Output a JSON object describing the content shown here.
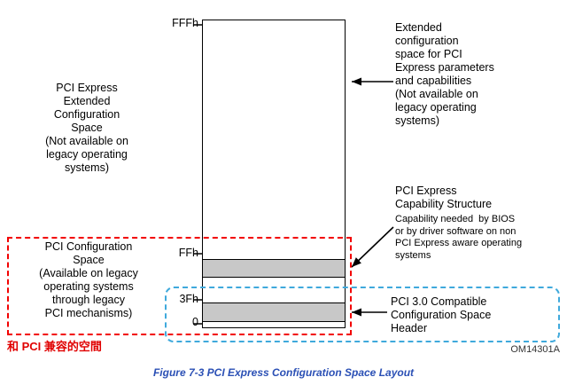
{
  "memory_map": {
    "addr_top": "FFFh",
    "addr_ffh": "FFh",
    "addr_3fh": "3Fh",
    "addr_zero": "0"
  },
  "left_labels": {
    "extended_space": "PCI Express\nExtended\nConfiguration\nSpace\n(Not available on\nlegacy operating\nsystems)",
    "pci_config_space": "PCI Configuration\nSpace\n(Available on legacy\noperating systems\nthrough legacy\nPCI mechanisms)"
  },
  "right_labels": {
    "extended_space": "Extended\nconfiguration\nspace for PCI\nExpress parameters\nand capabilities\n(Not available on\nlegacy operating\nsystems)",
    "capability_title": "PCI Express\nCapability Structure",
    "capability_body": "Capability needed  by BIOS\nor by driver software on non\nPCI Express aware operating\nsystems",
    "pci30_header": "PCI 3.0 Compatible\nConfiguration Space\nHeader"
  },
  "footer": {
    "annotation_cn": "和 PCI 兼容的空間",
    "part_number": "OM14301A",
    "caption": "Figure 7-3 PCI Express Configuration Space Layout"
  },
  "colors": {
    "band_gray": "#c8c8c8",
    "red_dashed": "#f20000",
    "blue_dashed": "#3fa9dc",
    "caption_blue": "#2b50b5",
    "annotation_red": "#e00000",
    "arrow_black": "#000000"
  }
}
